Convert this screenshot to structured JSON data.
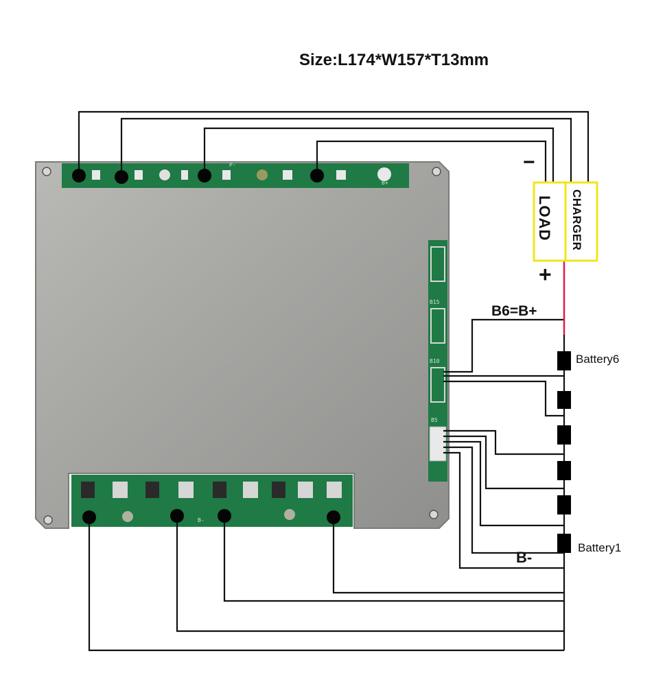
{
  "title": "Size:L174*W157*T13mm",
  "labels": {
    "load": "LOAD",
    "charger": "CHARGER",
    "minus": "−",
    "plus": "+",
    "b6": "B6=B+",
    "bminus": "B-",
    "battery6": "Battery6",
    "battery1": "Battery1"
  },
  "pcb_silkscreen": {
    "p_minus": "P-",
    "b_plus": "B+",
    "b_minus": "B-",
    "b15": "B15",
    "b10": "B10",
    "b5": "B5"
  },
  "colors": {
    "wire": "#111111",
    "positive_wire": "#e0194a",
    "label_box": "#f2e51a",
    "pcb_green": "#1f7a45",
    "heatsink": "#a9a9a6"
  }
}
